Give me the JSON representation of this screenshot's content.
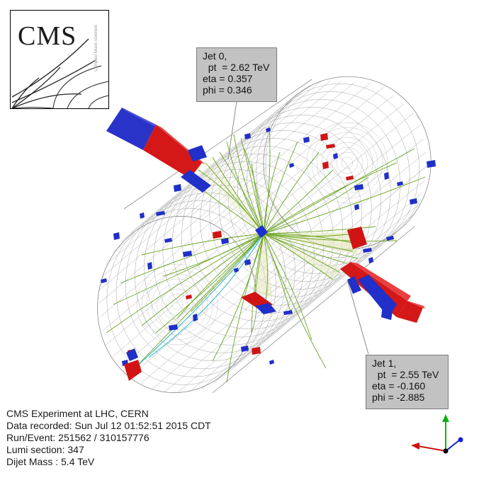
{
  "logo": {
    "text": "CMS",
    "sub": "Compact Muon Solenoid"
  },
  "jet0": {
    "title": "Jet 0,",
    "pt": "  pt  = 2.62 TeV",
    "eta": "eta = 0.357",
    "phi": "phi = 0.346"
  },
  "jet1": {
    "title": "Jet 1,",
    "pt": "  pt  = 2.55 TeV",
    "eta": "eta = -0.160",
    "phi": "phi = -2.885"
  },
  "info": {
    "line1": "CMS Experiment at LHC, CERN",
    "line2": "Data recorded: Sun Jul 12 01:52:51 2015 CDT",
    "line3": "Run/Event: 251562 / 310157776",
    "line4": "Lumi section: 347",
    "line5": "Dijet Mass : 5.4 TeV"
  },
  "colors": {
    "track": "#6aa321",
    "hcal": "#1f2fc8",
    "ecal": "#d01414",
    "mesh": "#9a9a9a",
    "callout_bg": "#c2c2c2",
    "axis_x": "#d01010",
    "axis_y": "#10b010",
    "axis_z": "#1020d0"
  }
}
